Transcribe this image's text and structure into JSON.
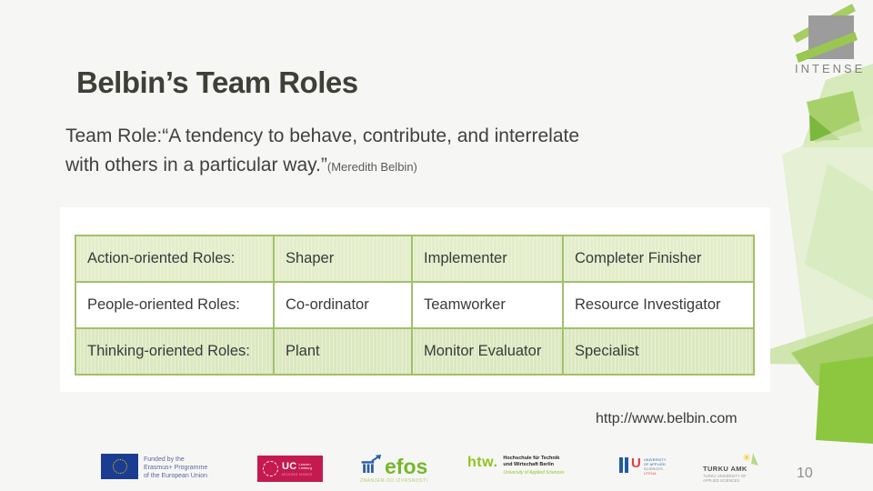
{
  "slide": {
    "title": "Belbin’s Team Roles",
    "quote_line1": "Team Role:“A tendency to behave, contribute, and interrelate",
    "quote_line2": "with others in a particular way.”",
    "attribution": "(Meredith Belbin)",
    "url": "http://www.belbin.com",
    "page_number": "10"
  },
  "intense_logo": {
    "text": "INTENSE"
  },
  "table": {
    "rows": [
      [
        "Action-oriented Roles:",
        "Shaper",
        "Implementer",
        "Completer Finisher"
      ],
      [
        "People-oriented Roles:",
        "Co-ordinator",
        "Teamworker",
        "Resource Investigator"
      ],
      [
        "Thinking-oriented Roles:",
        "Plant",
        "Monitor Evaluator",
        "Specialist"
      ]
    ]
  },
  "footer": {
    "eu": {
      "lines": [
        "Funded by the",
        "Erasmus+ Programme",
        "of the European Union"
      ]
    },
    "ucll": {
      "abbr": "UC",
      "sub1": "Leuven",
      "sub2": "Limburg",
      "tagline": "MOVING MINDS"
    },
    "efos": {
      "name": "efos",
      "tagline": "ZNANJEM DO IZVRSNOSTI"
    },
    "htw": {
      "abbr": "htw.",
      "line1": "Hochschule für Technik",
      "line2": "und Wirtschaft Berlin",
      "tagline": "University of Applied Sciences"
    },
    "utena": {
      "abbr": "U",
      "line1": "UNIVERSITY",
      "line2": "OF APPLIED",
      "line3": "SCIENCES",
      "line4": "UTENA"
    },
    "turku": {
      "name": "TURKU AMK",
      "line1": "TURKU UNIVERSITY OF",
      "line2": "APPLIED SCIENCES"
    }
  },
  "colors": {
    "accent_green": "#8dc63f",
    "table_border_green": "#a3bf6b",
    "table_row_green": "#e3edca",
    "title_text": "#3e4038",
    "eu_blue": "#1b3d91",
    "ucll_red": "#c51a4f",
    "efos_green": "#76b82a",
    "htw_green": "#95c11f",
    "background": "#f6f7f5"
  }
}
